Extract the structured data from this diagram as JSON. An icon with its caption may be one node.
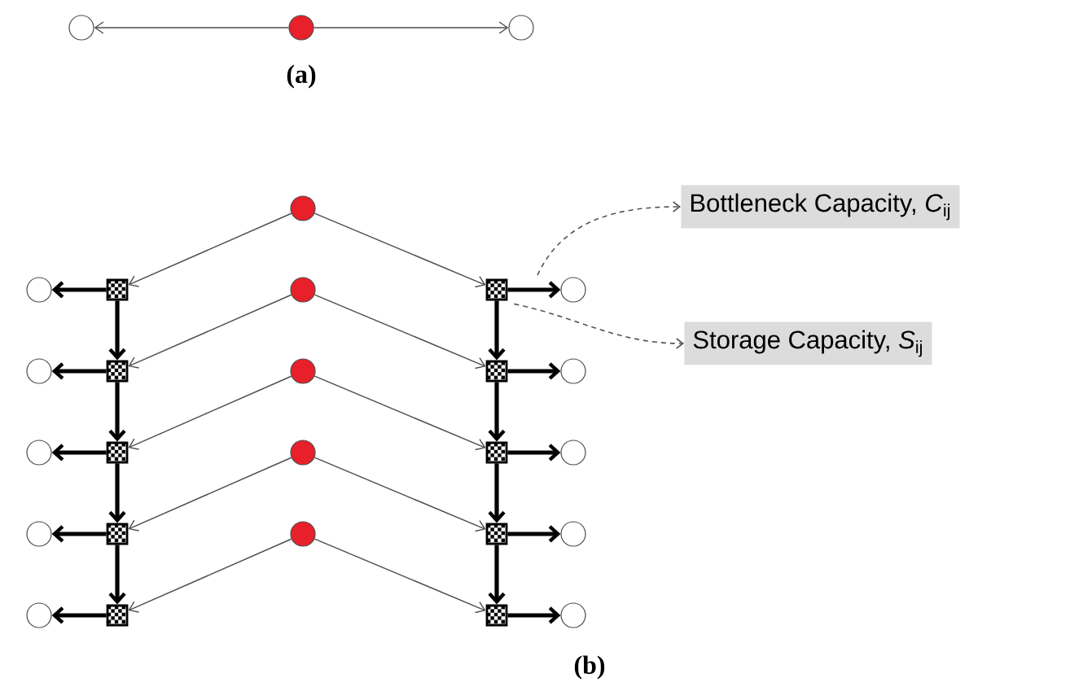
{
  "diagram": {
    "nodes": [
      {
        "text": [],
        "shape": "circle"
      },
      {
        "text": [],
        "shape": "circle"
      },
      {
        "text": [],
        "shape": "circle"
      },
      {
        "text": [],
        "shape": "circle"
      },
      {
        "text": [],
        "shape": "circle"
      },
      {
        "text": [],
        "shape": "circle"
      },
      {
        "text": [],
        "shape": "circle"
      },
      {
        "text": [],
        "shape": "circle"
      },
      {
        "text": [],
        "shape": "box"
      },
      {
        "text": [],
        "shape": "box"
      },
      {
        "text": [],
        "shape": "box"
      },
      {
        "text": [],
        "shape": "box"
      },
      {
        "text": [],
        "shape": "box"
      },
      {
        "text": [],
        "shape": "box"
      },
      {
        "text": [],
        "shape": "box"
      },
      {
        "text": [],
        "shape": "box"
      },
      {
        "text": [],
        "shape": "box"
      },
      {
        "text": [],
        "shape": "box"
      },
      {
        "text": [],
        "shape": "circle"
      },
      {
        "text": [],
        "shape": "circle"
      },
      {
        "text": [],
        "shape": "circle"
      },
      {
        "text": [],
        "shape": "circle"
      },
      {
        "text": [],
        "shape": "circle"
      },
      {
        "text": [],
        "shape": "circle"
      },
      {
        "text": [],
        "shape": "circle"
      },
      {
        "text": [],
        "shape": "circle"
      },
      {
        "text": [],
        "shape": "circle"
      },
      {
        "text": [],
        "shape": "circle"
      },
      {
        "text": [
          "Bottleneck Capacity, *C*$_{ij}$"
        ]
      },
      {
        "text": [
          "Storage Capacity, *S*$_{ij}$"
        ]
      }
    ],
    "edges": [
      {
        "from": 1,
        "to": 0,
        "arrow": "to",
        "color": "#4d4d4d"
      },
      {
        "from": 1,
        "to": 2,
        "arrow": "to",
        "color": "#4d4d4d"
      },
      {
        "from": 3,
        "to": 8,
        "arrow": "to",
        "color": "#4d4d4d"
      },
      {
        "from": 3,
        "to": 13,
        "arrow": "to",
        "color": "#4d4d4d"
      },
      {
        "from": 4,
        "to": 9,
        "arrow": "to",
        "color": "#4d4d4d"
      },
      {
        "from": 4,
        "to": 14,
        "arrow": "to",
        "color": "#4d4d4d"
      },
      {
        "from": 5,
        "to": 10,
        "arrow": "to",
        "color": "#4d4d4d"
      },
      {
        "from": 5,
        "to": 15,
        "arrow": "to",
        "color": "#4d4d4d"
      },
      {
        "from": 6,
        "to": 11,
        "arrow": "to",
        "color": "#4d4d4d"
      },
      {
        "from": 6,
        "to": 16,
        "arrow": "to",
        "color": "#4d4d4d"
      },
      {
        "from": 7,
        "to": 12,
        "arrow": "to",
        "color": "#4d4d4d"
      },
      {
        "from": 7,
        "to": 17,
        "arrow": "to",
        "color": "#4d4d4d"
      },
      {
        "from": 8,
        "to": 9,
        "arrow": "to"
      },
      {
        "from": 9,
        "to": 10,
        "arrow": "to"
      },
      {
        "from": 10,
        "to": 11,
        "arrow": "to"
      },
      {
        "from": 11,
        "to": 12,
        "arrow": "to"
      },
      {
        "from": 13,
        "to": 14,
        "arrow": "to"
      },
      {
        "from": 14,
        "to": 15,
        "arrow": "to"
      },
      {
        "from": 15,
        "to": 16,
        "arrow": "to"
      },
      {
        "from": 16,
        "to": 17,
        "arrow": "to"
      },
      {
        "from": 8,
        "to": 18,
        "arrow": "to"
      },
      {
        "from": 9,
        "to": 19,
        "arrow": "to"
      },
      {
        "from": 10,
        "to": 20,
        "arrow": "to"
      },
      {
        "from": 11,
        "to": 21,
        "arrow": "to"
      },
      {
        "from": 12,
        "to": 22,
        "arrow": "to"
      },
      {
        "from": 13,
        "to": 23,
        "arrow": "to"
      },
      {
        "from": 14,
        "to": 24,
        "arrow": "to"
      },
      {
        "from": 15,
        "to": 25,
        "arrow": "to"
      },
      {
        "from": 16,
        "to": 26,
        "arrow": "to"
      },
      {
        "from": 17,
        "to": 27,
        "arrow": "to"
      },
      {
        "from": null,
        "to": 28,
        "arrow": "to",
        "style": "dashed",
        "color": "#555555"
      },
      {
        "from": 13,
        "to": 29,
        "arrow": "to",
        "style": "dashed",
        "color": "#555555"
      }
    ],
    "labels": [
      "(a)",
      "(b)"
    ]
  }
}
